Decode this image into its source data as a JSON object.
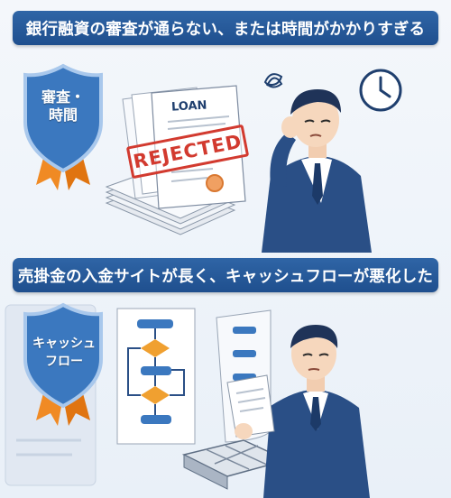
{
  "banners": {
    "top": "銀行融資の審査が通らない、または時間がかかりすぎる",
    "bottom": "売掛金の入金サイトが長く、キャッシュフローが悪化した"
  },
  "badges": {
    "review": {
      "line1": "審査・",
      "line2": "時間"
    },
    "cashflow": {
      "line1": "キャッシュ",
      "line2": "フロー"
    }
  },
  "document": {
    "title": "LOAN",
    "stamp": "REJECTED"
  },
  "icons": {
    "badge": "shield-ribbon-icon",
    "clock": "clock-icon",
    "worry": "scribble-icon",
    "flowchart": "flowchart-icon"
  },
  "colors": {
    "banner": "#2a5c9c",
    "badge": "#3b78bf",
    "ribbon": "#f08a24",
    "stamp": "#d23a2f",
    "suit": "#2a4f86"
  }
}
